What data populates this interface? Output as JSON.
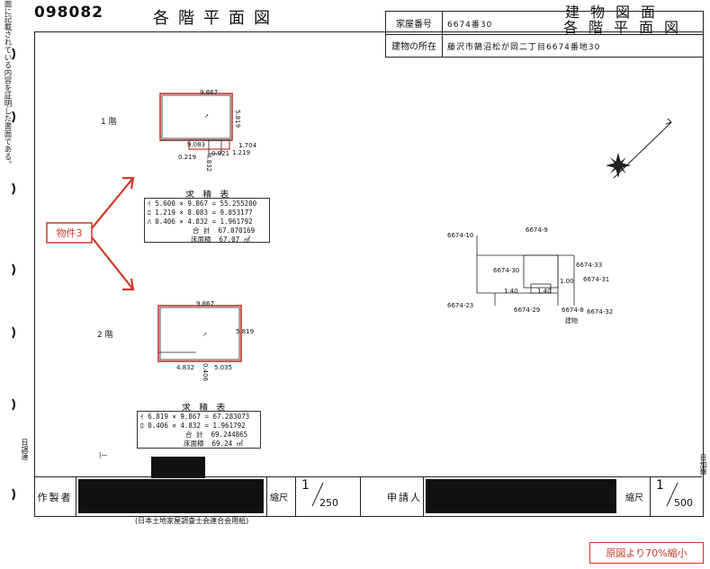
{
  "document": {
    "number": "098082",
    "title": "各階平面図",
    "title_right_top": "建物図面",
    "title_right_bottom": "各階平面図",
    "left_margin_note": "面に記載されている内容を証明した書面である。",
    "left_margin_date": "日調達",
    "right_margin_note": "日加筆"
  },
  "header": {
    "house_number_label": "家屋番号",
    "house_number_value": "6674番30",
    "location_label": "建物の所在",
    "location_value": "藤沢市鵠沼松が岡二丁目6674番地30"
  },
  "floor1": {
    "label": "1 階",
    "dims": {
      "top": "9.867",
      "right": "5.819",
      "bottom_a": "9.083",
      "bottom_b": "0.921",
      "small_a": "1.704",
      "small_b": "0.219",
      "small_c": "1.219",
      "left_bottom": "4.832"
    },
    "calc_title": "求 積 表",
    "calc_lines": [
      "ｲ 5.600 × 9.867 = 55.255200",
      "ﾛ 1.219 × 8.083 =  9.853177",
      "ﾊ 0.406 × 4.832 =  1.961792"
    ],
    "total_label": "合 計",
    "total_value": "67.070169",
    "floor_area_label": "床面積",
    "floor_area_value": "67.07 ㎡"
  },
  "floor2": {
    "label": "2 階",
    "dims": {
      "top": "9.867",
      "right": "5.819",
      "bottom_a": "4.832",
      "bottom_b": "5.035",
      "small": "0.406"
    },
    "calc_title": "求 積 表",
    "calc_lines": [
      "ｲ 6.819 × 9.867 = 67.283073",
      "ﾛ 0.406 × 4.832 =  1.961792"
    ],
    "total_label": "合 計",
    "total_value": "69.244865",
    "floor_area_label": "床面積",
    "floor_area_value": "69.24 ㎡"
  },
  "annotation": {
    "label": "物件3"
  },
  "site_plan": {
    "lots": [
      "6674-9",
      "6674-10",
      "6674-30",
      "6674-33",
      "6674-31",
      "6674-23",
      "6674-29",
      "6674-8",
      "6674-32"
    ],
    "dims": [
      "1.40",
      "1.40",
      "1.00"
    ],
    "building_label": "建物"
  },
  "footer": {
    "creator_label": "作製者",
    "scale_label": "縮尺",
    "scale_left_num": "1",
    "scale_left_den": "250",
    "applicant_label": "申請人",
    "scale_right_num": "1",
    "scale_right_den": "500",
    "association": "(日本土地家屋調査士会連合会用紙)"
  },
  "stamp": {
    "text": "原図より70%縮小"
  },
  "colors": {
    "annotation_red": "#d03a2a",
    "line_black": "#222222",
    "redaction": "#111111"
  }
}
